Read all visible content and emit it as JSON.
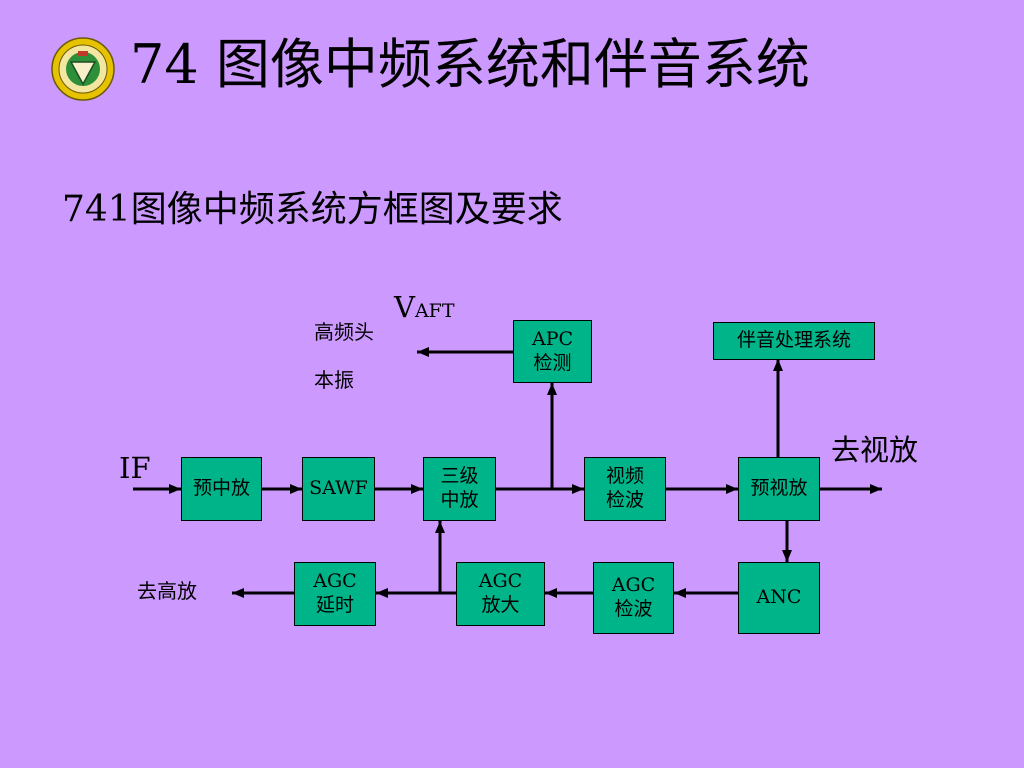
{
  "title": "74 图像中频系统和伴音系统",
  "subtitle": "741图像中频系统方框图及要求",
  "logo": {
    "icon": "university-seal-logo"
  },
  "diagram": {
    "labels": {
      "vaft_main": "V",
      "vaft_sub": "AFT",
      "tuner_line1": "高频头",
      "tuner_line2": "本振",
      "if_in": "IF",
      "video_out": "去视放",
      "rf_agc_out": "去高放"
    },
    "blocks": {
      "apc": "APC\n检测",
      "sound": "伴音处理系统",
      "pre_if": "预中放",
      "sawf": "SAWF",
      "if3": "三级\n中放",
      "video_det": "视频\n检波",
      "pre_video": "预视放",
      "agc_delay": "AGC\n延时",
      "agc_amp": "AGC\n放大",
      "agc_det": "AGC\n检波",
      "anc": "ANC"
    }
  },
  "colors": {
    "background": "#cc99ff",
    "block": "#00b48a"
  }
}
